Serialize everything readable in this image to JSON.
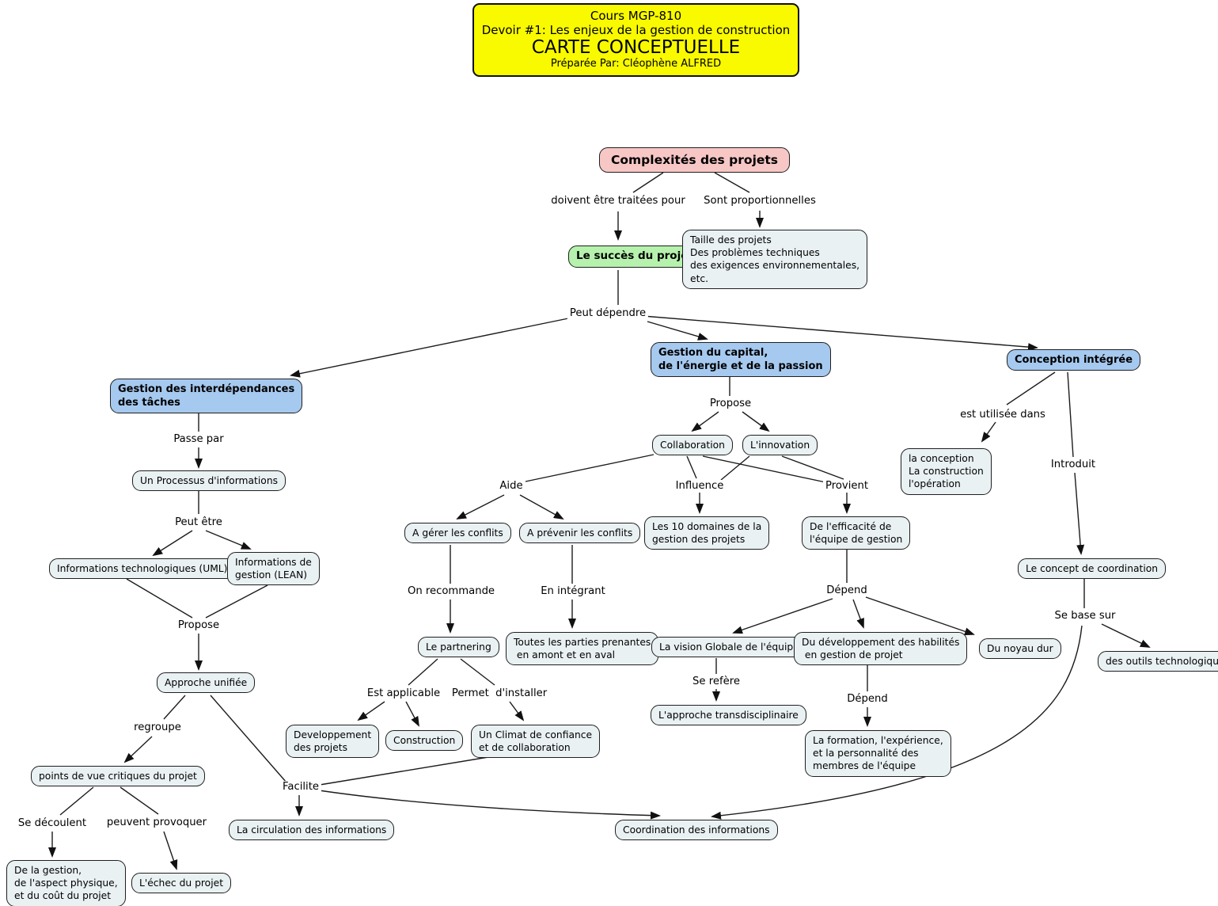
{
  "title_card": {
    "course": "Cours MGP-810",
    "assignment": "Devoir #1: Les enjeux de la gestion de construction",
    "title": "CARTE CONCEPTUELLE",
    "author": "Préparée Par: Cléophène ALFRED"
  },
  "colors": {
    "title_bg": "#f9f900",
    "main_topic_bg": "#f7c7c6",
    "success_bg": "#b6f2ad",
    "branch_bg": "#a6c9ef",
    "node_bg": "#e9f1f2"
  },
  "concepts": {
    "complexites": "Complexités des projets",
    "succes": "Le succès du projet",
    "taille": "Taille des projets\nDes problèmes techniques\ndes exigences environnementales,\netc.",
    "gestion_interdependances": "Gestion des interdépendances\ndes tâches",
    "gestion_capital": "Gestion du capital,\nde l'énergie et de la passion",
    "conception_integree": "Conception intégrée",
    "processus_informations": "Un Processus d'informations",
    "informations_uml": "Informations technologiques (UML)",
    "informations_lean": "Informations de\ngestion (LEAN)",
    "approche_unifiee": "Approche unifiée",
    "points_de_vue": "points de vue critiques du projet",
    "de_la_gestion": "De la gestion,\nde l'aspect physique,\net du coût du projet",
    "echec_du_projet": "L'échec du projet",
    "collaboration": "Collaboration",
    "innovation": "L'innovation",
    "gerer_conflits": "A gérer les conflits",
    "prevenir_conflits": "A prévenir les conflits",
    "dix_domaines": "Les 10 domaines de la\ngestion des projets",
    "efficacite_equipe": "De l'efficacité de\nl'équipe de gestion",
    "partnering": "Le partnering",
    "toutes_parties": "Toutes les parties prenantes\n en amont et en aval",
    "vision_globale": "La vision Globale de l'équipe",
    "habilites": "Du développement des habilités\n en gestion de projet",
    "noyau_dur": "Du noyau dur",
    "transdisciplinaire": "L'approche transdisciplinaire",
    "developpement_projets": "Developpement\ndes projets",
    "construction": "Construction",
    "climat_confiance": "Un Climat de confiance\net de collaboration",
    "formation": "La formation, l'expérience,\net la personnalité des\nmembres de l'équipe",
    "circulation_informations": "La circulation des informations",
    "coordination_informations": "Coordination des informations",
    "la_conception": "la conception\nLa construction\nl'opération",
    "concept_coordination": "Le concept de coordination",
    "outils_technologiques": "des outils technologiques"
  },
  "link_labels": {
    "doivent_traitees": "doivent être traitées pour",
    "proportionnelles": "Sont proportionnelles",
    "peut_dependre": "Peut dépendre",
    "passe_par": "Passe par",
    "peut_etre": "Peut être",
    "propose_gauche": "Propose",
    "propose_centre": "Propose",
    "regroupe": "regroupe",
    "se_decoulent": "Se découlent",
    "peuvent_provoquer": "peuvent provoquer",
    "aide": "Aide",
    "influence": "Influence",
    "provient": "Provient",
    "on_recommande": "On recommande",
    "en_integrant": "En intégrant",
    "depend_1": "Dépend",
    "est_applicable": "Est applicable",
    "permet_installer": "Permet  d'installer",
    "se_refere": "Se refère",
    "depend_2": "Dépend",
    "facilite": "Facilite",
    "est_utilisee_dans": "est utilisée dans",
    "introduit": "Introduit",
    "se_base_sur": "Se base sur"
  }
}
